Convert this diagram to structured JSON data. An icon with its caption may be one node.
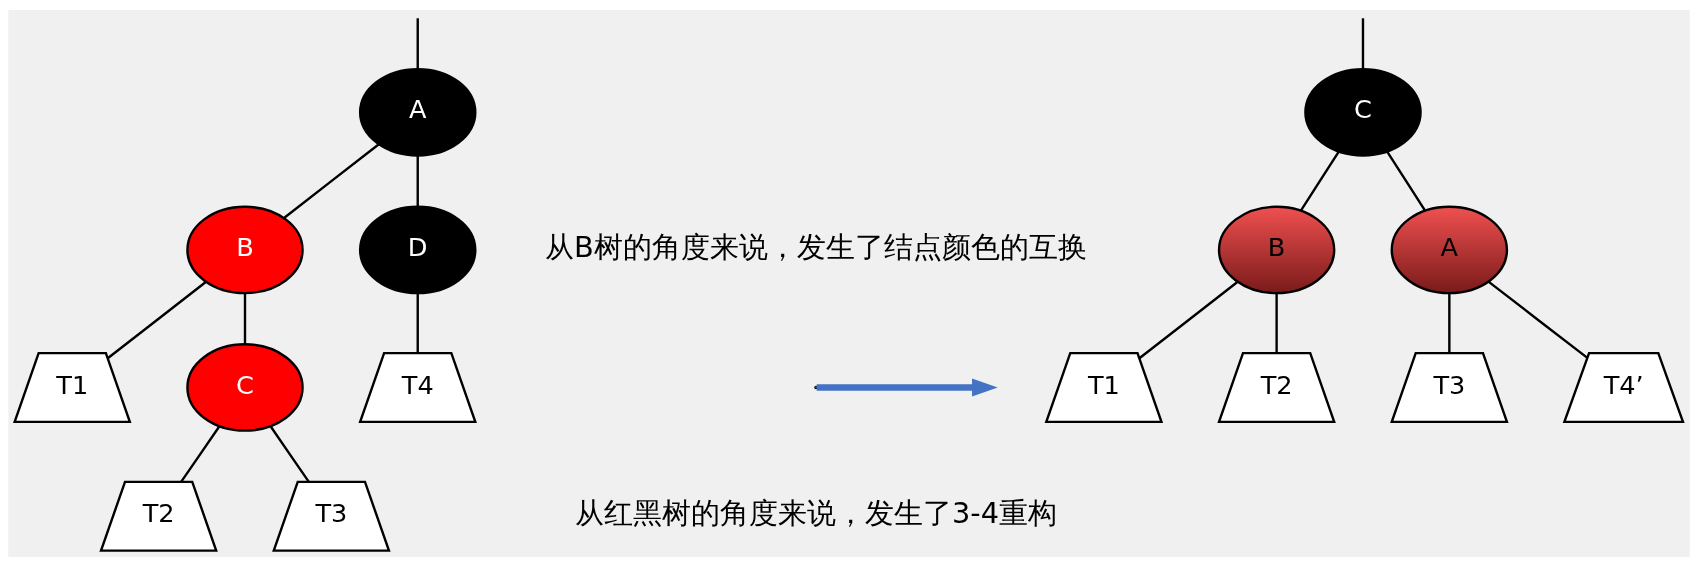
{
  "diagram": {
    "nodes": [
      {
        "text": [
          "A"
        ]
      },
      {
        "text": [
          "B"
        ]
      },
      {
        "text": [
          "D"
        ]
      },
      {
        "text": [
          "T1"
        ]
      },
      {
        "text": [
          "C"
        ]
      },
      {
        "text": [
          "T4"
        ]
      },
      {
        "text": [
          "T2"
        ]
      },
      {
        "text": [
          "T3"
        ]
      },
      {
        "text": [
          "C"
        ]
      },
      {
        "text": [
          "B"
        ]
      },
      {
        "text": [
          "A"
        ]
      },
      {
        "text": [
          "T1"
        ]
      },
      {
        "text": [
          "T2"
        ]
      },
      {
        "text": [
          "T3"
        ]
      },
      {
        "text": [
          "T4’"
        ]
      }
    ],
    "edges": [
      {
        "from": null,
        "to": 0,
        "arrow": "none"
      },
      {
        "from": 0,
        "to": 1,
        "arrow": "none"
      },
      {
        "from": 0,
        "to": 2,
        "arrow": "none"
      },
      {
        "from": 1,
        "to": 3,
        "arrow": "none"
      },
      {
        "from": 1,
        "to": 4,
        "arrow": "none"
      },
      {
        "from": 2,
        "to": 5,
        "arrow": "none"
      },
      {
        "from": 4,
        "to": 6,
        "arrow": "none"
      },
      {
        "from": 4,
        "to": 7,
        "arrow": "none"
      },
      {
        "from": null,
        "to": 8,
        "arrow": "none"
      },
      {
        "from": 8,
        "to": 9,
        "arrow": "none"
      },
      {
        "from": 8,
        "to": 10,
        "arrow": "none"
      },
      {
        "from": 9,
        "to": 11,
        "arrow": "none"
      },
      {
        "from": 9,
        "to": 12,
        "arrow": "none"
      },
      {
        "from": 10,
        "to": 13,
        "arrow": "none"
      },
      {
        "from": 10,
        "to": 14,
        "arrow": "none"
      }
    ],
    "labels": [
      "从B树的角度来说，发生了结点颜色的互换",
      "从红黑树的角度来说，发生了3-4重构"
    ]
  }
}
